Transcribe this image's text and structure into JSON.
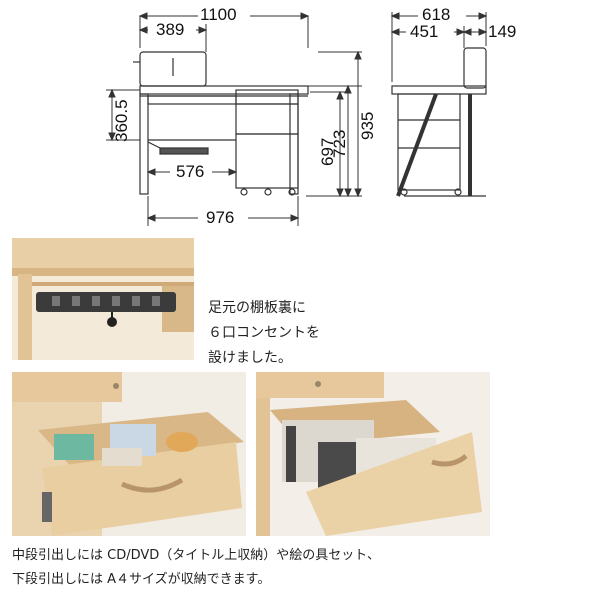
{
  "dimensions": {
    "front": {
      "width_total": "1100",
      "hutch_width": "389",
      "height_under_shelf": "360.5",
      "leg_gap": "576",
      "base_width": "976",
      "height_697": "697",
      "height_723": "723",
      "height_935": "935"
    },
    "side": {
      "depth_total": "618",
      "depth_451": "451",
      "depth_149": "149"
    }
  },
  "captions": {
    "outlet_line1": "足元の棚板裏に",
    "outlet_line2": "６口コンセントを",
    "outlet_line3": "設けました。",
    "drawer_line1": "中段引出しには CD/DVD（タイトル上収納）や絵の具セット、",
    "drawer_line2": "下段引出しには A４サイズが収納できます。"
  },
  "colors": {
    "wood": "#e5c9a0",
    "wood_dark": "#c9a576",
    "line": "#333333"
  }
}
